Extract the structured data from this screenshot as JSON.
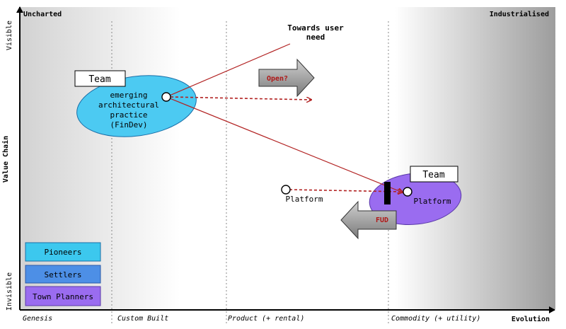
{
  "header": {
    "top_left": "Uncharted",
    "top_right": "Industrialised"
  },
  "axes": {
    "y_label": "Value Chain",
    "y_top": "Visible",
    "y_bottom": "Invisible",
    "x_label": "Evolution",
    "stages": [
      "Genesis",
      "Custom Built",
      "Product (+ rental)",
      "Commodity (+ utility)"
    ]
  },
  "components": {
    "team_top": {
      "box_label": "Team",
      "node_label_lines": [
        "emerging",
        "architectural",
        "practice",
        "(FinDev)"
      ]
    },
    "team_bottom": {
      "box_label": "Team",
      "node_label": "Platform"
    },
    "platform_left": {
      "label": "Platform"
    }
  },
  "annotations": {
    "towards_lines": [
      "Towards user",
      "need"
    ],
    "open_label": "Open?",
    "fud_label": "FUD"
  },
  "legend": {
    "items": [
      {
        "label": "Pioneers",
        "color": "#3cc8ee"
      },
      {
        "label": "Settlers",
        "color": "#4d8fe6"
      },
      {
        "label": "Town Planners",
        "color": "#9a6cf0"
      }
    ]
  },
  "colors": {
    "accent_red": "#b22222",
    "blob_blue": "#4ccaf2",
    "blob_purple": "#9a6cf0",
    "arrow_grey": "#8e8e8e",
    "text_red": "#b01818"
  }
}
